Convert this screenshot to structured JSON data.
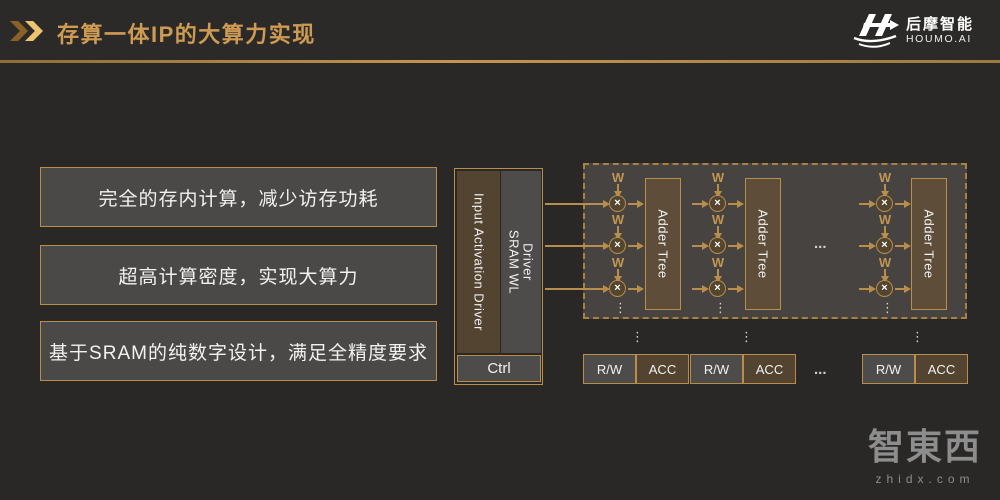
{
  "colors": {
    "background": "#292826",
    "accent_gold": "#b98d4a",
    "title_gold": "#cf9b52",
    "panel_brown": "#534331",
    "panel_gray": "#4e4c4b",
    "white": "#f2f2f2"
  },
  "header": {
    "title": "存算一体IP的大算力实现",
    "logo": {
      "name": "后摩智能",
      "domain": "HOUMO.AI"
    }
  },
  "bullets": [
    "完全的存内计算，减少访存功耗",
    "超高计算密度，实现大算力",
    "基于SRAM的纯数字设计，满足全精度要求"
  ],
  "diagram": {
    "driver_block": {
      "input_activation_label": "Input Activation Driver",
      "sram_wl_line1": "SRAM WL",
      "sram_wl_line2": "Driver",
      "ctrl_label": "Ctrl"
    },
    "array": {
      "weight_label": "W",
      "multiplier_symbol": "×",
      "adder_tree_label": "Adder Tree",
      "h_ellipsis": "...",
      "v_ellipsis": "⋮"
    },
    "io_row": {
      "rw_label": "R/W",
      "acc_label": "ACC",
      "h_ellipsis": "..."
    }
  },
  "watermark": {
    "logo_text": "智東西",
    "domain": "zhidx.com"
  }
}
